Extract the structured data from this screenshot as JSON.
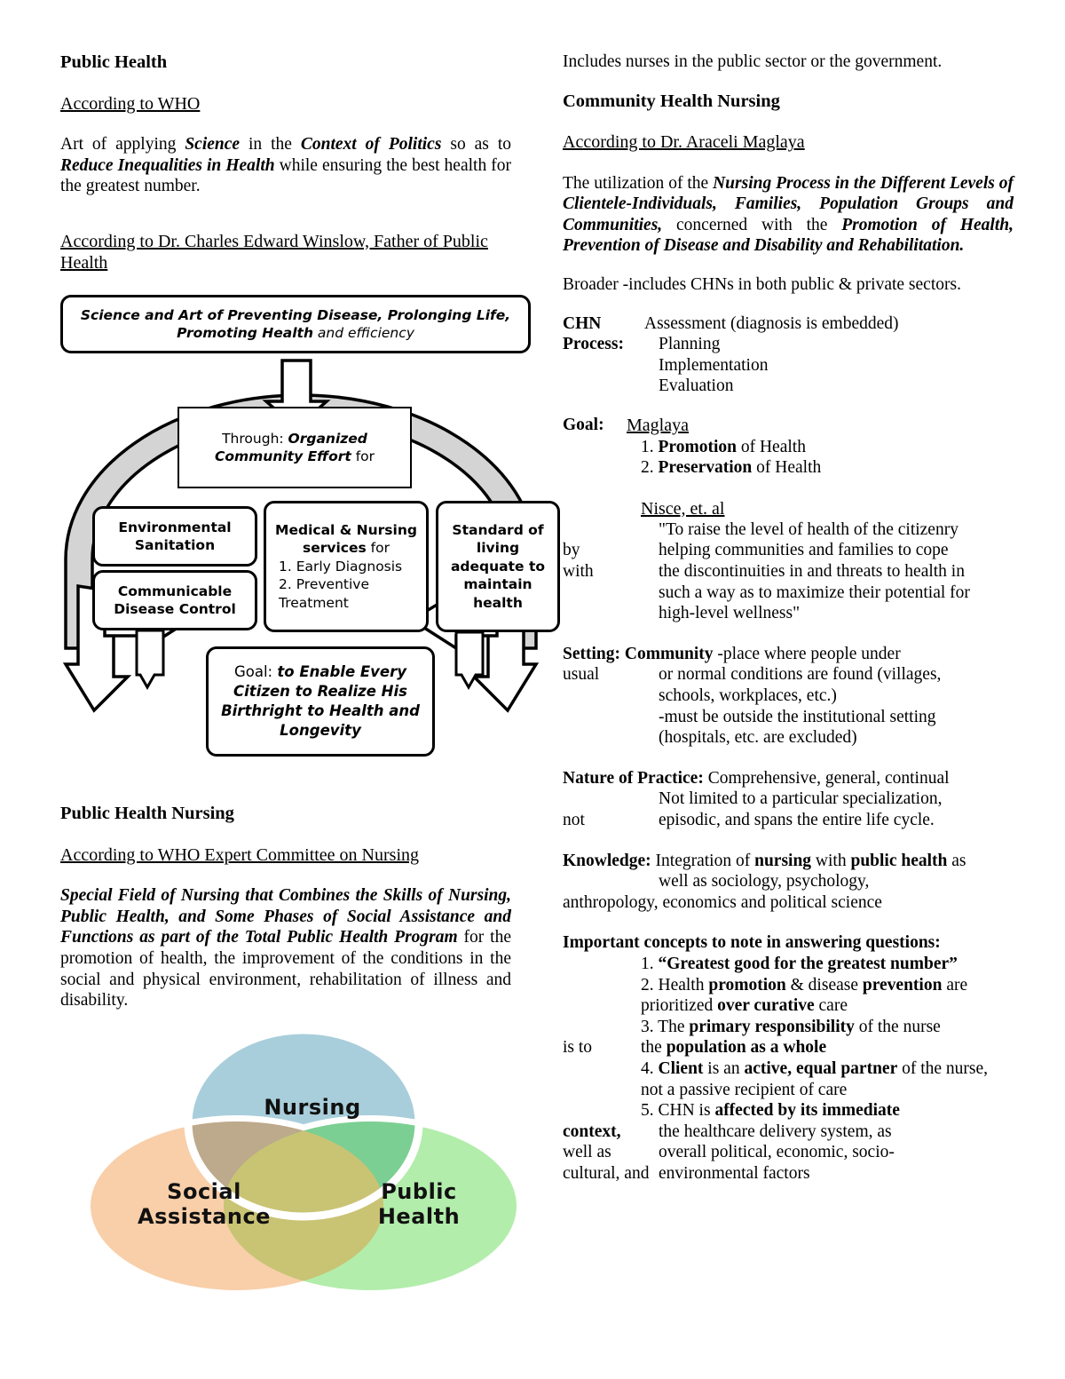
{
  "colors": {
    "venn_nursing": "#a8ced c",
    "venn_nursing_fill": "#a9cedb",
    "venn_social_fill": "#f8cda6",
    "venn_public_fill": "#abeba4",
    "diagram_band": "#d4d4d4"
  },
  "left": {
    "title": "Public Health",
    "who_heading": "According to WHO",
    "who_def": {
      "p1": "Art of applying ",
      "em1": "Science",
      "p2": " in the ",
      "em2": "Context of Politics",
      "p3": " so as to ",
      "em3": "Reduce Inequalities in Health",
      "p4": " while ensuring the best health for the greatest number."
    },
    "winslow_heading": "According to Dr. Charles Edward Winslow, Father of Public Health",
    "diagram": {
      "top_box_em": "Science and Art of Preventing Disease, Prolonging Life, Promoting Health",
      "top_box_rest": " and efficiency",
      "through_prefix": "Through: ",
      "through_em": "Organized Community Effort",
      "through_suffix": " for",
      "env_line1": "Environmental",
      "env_line2": "Sanitation",
      "cdc_line1": "Communicable",
      "cdc_line2": "Disease Control",
      "med_line1": "Medical & Nursing",
      "med_line2_bold": "services",
      "med_line2_rest": " for",
      "med_item1": "1. Early Diagnosis",
      "med_item2": "2. Preventive",
      "med_item3": "Treatment",
      "std_line1": "Standard of",
      "std_line2": "living",
      "std_line3": "adequate to",
      "std_line4": "maintain",
      "std_line5": "health",
      "goal_prefix": "Goal: ",
      "goal_em": "to Enable Every Citizen to Realize His Birthright to Health and Longevity"
    },
    "phn_title": "Public Health Nursing",
    "phn_heading": "According to WHO Expert Committee on Nursing",
    "phn_def_em": "Special Field of Nursing that Combines the Skills of Nursing, Public Health, and Some Phases of Social Assistance and Functions as part of the Total Public Health Program",
    "phn_def_rest": " for the promotion of health, the improvement of the conditions in the social and physical environment, rehabilitation of illness and disability.",
    "venn": {
      "nursing": "Nursing",
      "social_line1": "Social",
      "social_line2": "Assistance",
      "public_line1": "Public",
      "public_line2": "Health"
    }
  },
  "right": {
    "includes": "Includes nurses in the public sector or the government.",
    "chn_title": "Community Health Nursing",
    "maglaya_heading": "According to Dr. Araceli Maglaya",
    "chn_def": {
      "p1": "The utilization of the ",
      "em1": "Nursing Process in the Different Levels of Clientele-Individuals, Families, Population Groups and Communities,",
      "p2": " concerned with the ",
      "em2": "Promotion of Health, Prevention of Disease and Disability and Rehabilitation."
    },
    "broader": "Broader -includes CHNs in both public & private sectors.",
    "chn_process": {
      "label": "CHN Process:",
      "first": "Assessment (diagnosis is embedded)",
      "steps": [
        "Planning",
        "Implementation",
        "Evaluation"
      ]
    },
    "goal": {
      "label": "Goal:",
      "source": "Maglaya",
      "item1_num": "1. ",
      "item1_bold": "Promotion",
      "item1_rest": " of Health",
      "item2_num": "2. ",
      "item2_bold": "Preservation",
      "item2_rest": " of Health",
      "nisce_source": "Nisce, et. al",
      "quote_line1": "\"To raise the level of health of the citizenry",
      "quote_lbl_by": "by",
      "quote_line2": "helping communities and families to cope",
      "quote_lbl_with": "with",
      "quote_line3": "the discontinuities in and threats to health in",
      "quote_line4": "such a way as to maximize their potential for",
      "quote_line5": "high-level wellness\""
    },
    "setting": {
      "label": "Setting: Community",
      "line1_rest": " -place where people under",
      "lbl_usual": "usual",
      "line2": "or normal conditions are found (villages,",
      "line3": "schools, workplaces, etc.)",
      "line4": "-must be outside the institutional setting",
      "line5": "(hospitals, etc. are excluded)"
    },
    "nature": {
      "label": "Nature of Practice:",
      "rest": " Comprehensive, general, continual",
      "line2": "Not limited to a particular specialization,",
      "lbl_not": "not",
      "line3": "episodic, and spans the entire life cycle."
    },
    "knowledge": {
      "label": "Knowledge:",
      "p1": " Integration of ",
      "b1": "nursing",
      "p2": " with ",
      "b2": "public health",
      "p3": " as",
      "line2": "well as sociology, psychology,",
      "line3": "anthropology,  economics and political science"
    },
    "important": {
      "heading": "Important concepts to note in answering questions:",
      "i1_num": "1. ",
      "i1_bold": "“Greatest good for the greatest number”",
      "i2_num": "2. ",
      "i2_a": "Health ",
      "i2_b1": "promotion",
      "i2_c": " & disease ",
      "i2_b2": "prevention",
      "i2_d": " are prioritized ",
      "i2_b3": "over curative",
      "i2_e": " care",
      "i3_num": "3. ",
      "i3_a": "The ",
      "i3_b1": "primary responsibility",
      "i3_c": " of the nurse",
      "i3_lbl": "is to",
      "i3_d": "the ",
      "i3_b2": "population as a whole",
      "i4_num": "4. ",
      "i4_b1": "Client",
      "i4_a": " is an ",
      "i4_b2": "active, equal partner",
      "i4_c": " of the nurse, not a passive recipient of care",
      "i5_num": "5. ",
      "i5_a": "CHN is ",
      "i5_b1": "affected by its immediate",
      "i5_b2": "context,",
      "i5_c": "the healthcare delivery system, as",
      "i5_lbl2": "well as",
      "i5_d": "overall political, economic, socio-",
      "i5_lbl3": "cultural, and",
      "i5_e": "environmental factors"
    }
  }
}
